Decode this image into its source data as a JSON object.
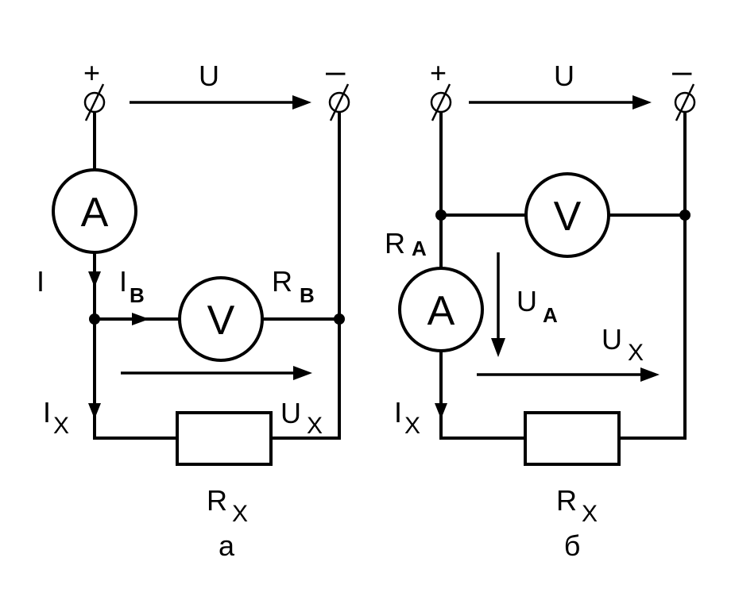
{
  "circuit_a": {
    "caption": "а",
    "plus": "+",
    "minus": "–",
    "voltage": "U",
    "ammeter": "A",
    "voltmeter": "V",
    "current_total": "I",
    "current_branch": "I",
    "current_branch_sub": "B",
    "resistance_v": "R",
    "resistance_v_sub": "B",
    "current_x": "I",
    "current_x_sub": "X",
    "voltage_x": "U",
    "voltage_x_sub": "X",
    "resistor": "R",
    "resistor_sub": "X"
  },
  "circuit_b": {
    "caption": "б",
    "plus": "+",
    "minus": "–",
    "voltage": "U",
    "ammeter": "A",
    "voltmeter": "V",
    "resistance_a": "R",
    "resistance_a_sub": "A",
    "voltage_a": "U",
    "voltage_a_sub": "A",
    "voltage_x": "U",
    "voltage_x_sub": "X",
    "current_x": "I",
    "current_x_sub": "X",
    "resistor": "R",
    "resistor_sub": "X"
  }
}
